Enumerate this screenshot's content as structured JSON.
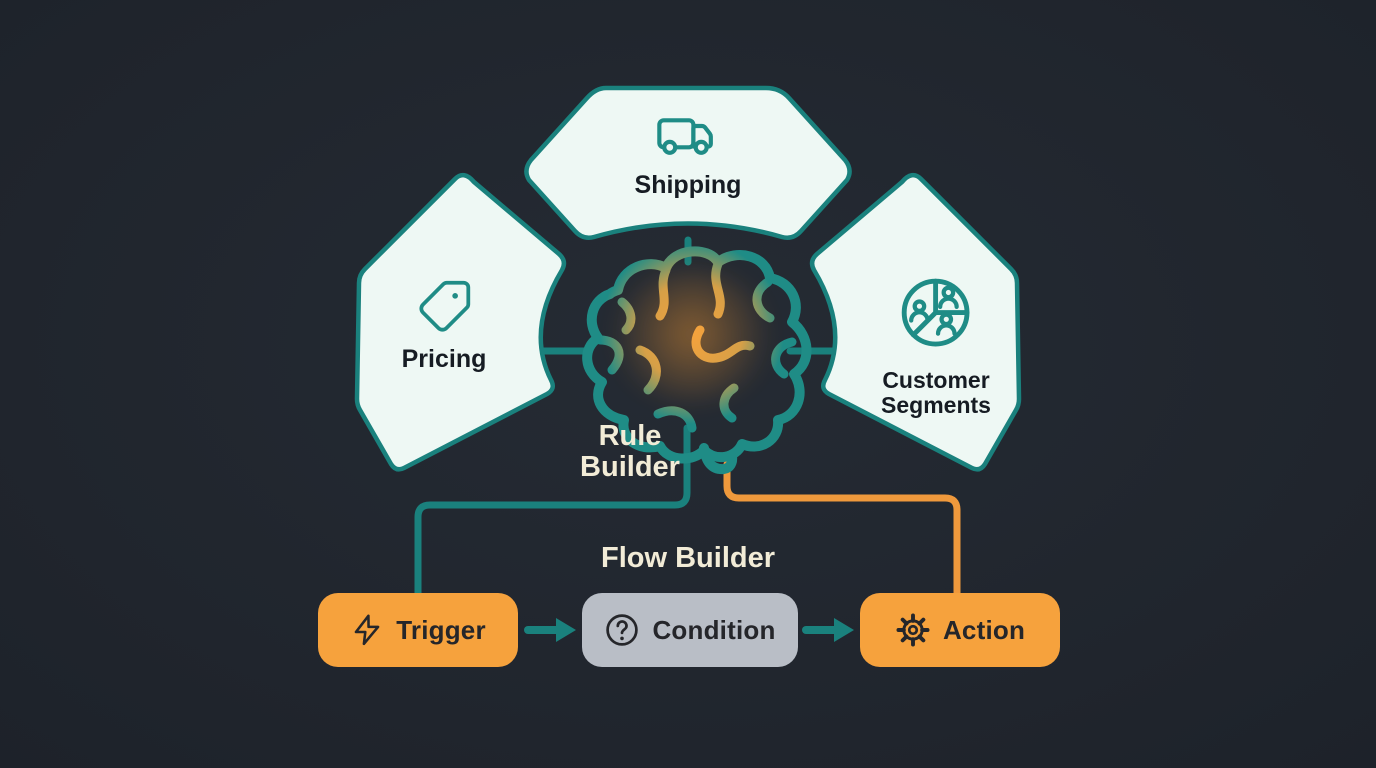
{
  "colors": {
    "bg": "#20252d",
    "teal": "#1a817d",
    "teal_icon": "#1f8c86",
    "panel": "#eef8f4",
    "orange": "#f6a23d",
    "orange_line": "#ef993c",
    "gray": "#b9bec6",
    "cream": "#f2ecd7",
    "label_dark": "#161c23",
    "box_text": "#25262a",
    "glow": "#f6a035"
  },
  "panels": {
    "shipping": {
      "label": "Shipping",
      "icon": "truck-icon"
    },
    "pricing": {
      "label": "Pricing",
      "icon": "tag-icon"
    },
    "customer_segments": {
      "label": "Customer Segments",
      "icon": "segments-pie-icon"
    }
  },
  "center": {
    "label": "Rule Builder",
    "icon": "brain-icon"
  },
  "flow": {
    "title": "Flow Builder",
    "steps": [
      {
        "label": "Trigger",
        "icon": "lightning-icon",
        "style": "orange"
      },
      {
        "label": "Condition",
        "icon": "question-icon",
        "style": "gray"
      },
      {
        "label": "Action",
        "icon": "gear-icon",
        "style": "orange"
      }
    ]
  }
}
